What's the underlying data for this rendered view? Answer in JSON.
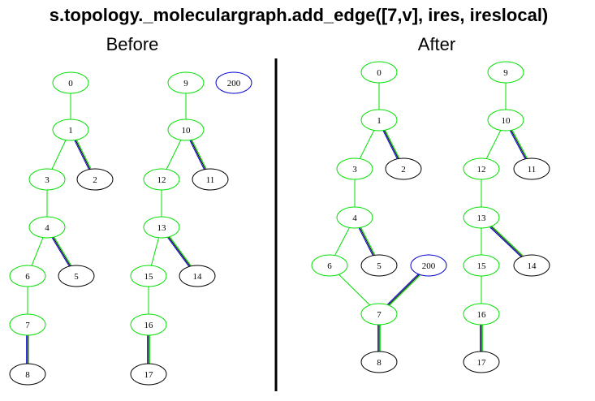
{
  "title": "s.topology._moleculargraph.add_edge([7,v], ires, ireslocal)",
  "panels": {
    "before": {
      "label": "Before"
    },
    "after": {
      "label": "After"
    }
  },
  "colors": {
    "green": "#00e000",
    "black": "#000000",
    "blue": "#0000cc",
    "divider": "#000000"
  },
  "graphs": {
    "before": {
      "nodes": [
        {
          "id": "0",
          "color": "green"
        },
        {
          "id": "1",
          "color": "green"
        },
        {
          "id": "2",
          "color": "black"
        },
        {
          "id": "3",
          "color": "green"
        },
        {
          "id": "4",
          "color": "green"
        },
        {
          "id": "5",
          "color": "black"
        },
        {
          "id": "6",
          "color": "green"
        },
        {
          "id": "7",
          "color": "green"
        },
        {
          "id": "8",
          "color": "black"
        },
        {
          "id": "9",
          "color": "green"
        },
        {
          "id": "200",
          "color": "blue"
        },
        {
          "id": "10",
          "color": "green"
        },
        {
          "id": "11",
          "color": "black"
        },
        {
          "id": "12",
          "color": "green"
        },
        {
          "id": "13",
          "color": "green"
        },
        {
          "id": "14",
          "color": "black"
        },
        {
          "id": "15",
          "color": "green"
        },
        {
          "id": "16",
          "color": "green"
        },
        {
          "id": "17",
          "color": "black"
        }
      ],
      "edges": [
        {
          "from": "0",
          "to": "1",
          "style": "green"
        },
        {
          "from": "1",
          "to": "3",
          "style": "green"
        },
        {
          "from": "1",
          "to": "2",
          "style": "multi"
        },
        {
          "from": "3",
          "to": "4",
          "style": "green"
        },
        {
          "from": "4",
          "to": "6",
          "style": "green"
        },
        {
          "from": "4",
          "to": "5",
          "style": "multi"
        },
        {
          "from": "6",
          "to": "7",
          "style": "green"
        },
        {
          "from": "7",
          "to": "8",
          "style": "multi"
        },
        {
          "from": "9",
          "to": "10",
          "style": "green"
        },
        {
          "from": "10",
          "to": "12",
          "style": "green"
        },
        {
          "from": "10",
          "to": "11",
          "style": "multi"
        },
        {
          "from": "12",
          "to": "13",
          "style": "green"
        },
        {
          "from": "13",
          "to": "15",
          "style": "green"
        },
        {
          "from": "13",
          "to": "14",
          "style": "multi"
        },
        {
          "from": "15",
          "to": "16",
          "style": "green"
        },
        {
          "from": "16",
          "to": "17",
          "style": "multi"
        }
      ]
    },
    "after": {
      "nodes": [
        {
          "id": "0",
          "color": "green"
        },
        {
          "id": "1",
          "color": "green"
        },
        {
          "id": "2",
          "color": "black"
        },
        {
          "id": "3",
          "color": "green"
        },
        {
          "id": "4",
          "color": "green"
        },
        {
          "id": "6",
          "color": "green"
        },
        {
          "id": "5",
          "color": "black"
        },
        {
          "id": "200",
          "color": "blue"
        },
        {
          "id": "7",
          "color": "green"
        },
        {
          "id": "8",
          "color": "black"
        },
        {
          "id": "9",
          "color": "green"
        },
        {
          "id": "10",
          "color": "green"
        },
        {
          "id": "12",
          "color": "green"
        },
        {
          "id": "11",
          "color": "black"
        },
        {
          "id": "13",
          "color": "green"
        },
        {
          "id": "15",
          "color": "green"
        },
        {
          "id": "14",
          "color": "black"
        },
        {
          "id": "16",
          "color": "green"
        },
        {
          "id": "17",
          "color": "black"
        }
      ],
      "edges": [
        {
          "from": "0",
          "to": "1",
          "style": "green"
        },
        {
          "from": "1",
          "to": "3",
          "style": "green"
        },
        {
          "from": "1",
          "to": "2",
          "style": "multi"
        },
        {
          "from": "3",
          "to": "4",
          "style": "green"
        },
        {
          "from": "4",
          "to": "6",
          "style": "green"
        },
        {
          "from": "4",
          "to": "5",
          "style": "multi"
        },
        {
          "from": "6",
          "to": "7",
          "style": "green"
        },
        {
          "from": "200",
          "to": "7",
          "style": "multi"
        },
        {
          "from": "7",
          "to": "8",
          "style": "multi"
        },
        {
          "from": "9",
          "to": "10",
          "style": "green"
        },
        {
          "from": "10",
          "to": "12",
          "style": "green"
        },
        {
          "from": "10",
          "to": "11",
          "style": "multi"
        },
        {
          "from": "12",
          "to": "13",
          "style": "green"
        },
        {
          "from": "13",
          "to": "15",
          "style": "green"
        },
        {
          "from": "13",
          "to": "14",
          "style": "multi"
        },
        {
          "from": "15",
          "to": "16",
          "style": "green"
        },
        {
          "from": "16",
          "to": "17",
          "style": "multi"
        }
      ]
    }
  }
}
